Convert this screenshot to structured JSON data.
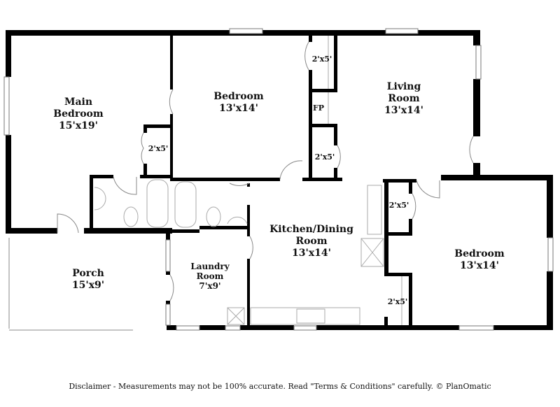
{
  "rooms": {
    "main_bedroom": {
      "name": "Main Bedroom",
      "line1": "Main",
      "line2": "Bedroom",
      "size": "15'x19'"
    },
    "bedroom_top": {
      "name": "Bedroom",
      "size": "13'x14'"
    },
    "living_room": {
      "line1": "Living",
      "line2": "Room",
      "size": "13'x14'"
    },
    "kitchen_dining": {
      "line1": "Kitchen/Dining",
      "line2": "Room",
      "size": "13'x14'"
    },
    "bedroom_right": {
      "name": "Bedroom",
      "size": "13'x14'"
    },
    "porch": {
      "name": "Porch",
      "size": "15'x9'"
    },
    "laundry": {
      "line1": "Laundry",
      "line2": "Room",
      "size": "7'x9'"
    },
    "fireplace": "FP",
    "closets": [
      "2'x5'",
      "2'x5'",
      "2'x5'",
      "2'x5'",
      "2'x5'"
    ]
  },
  "wall_color": "#000000",
  "disclaimer": "Disclaimer - Measurements may not be 100% accurate. Read \"Terms & Conditions\" carefully. © PlanOmatic"
}
